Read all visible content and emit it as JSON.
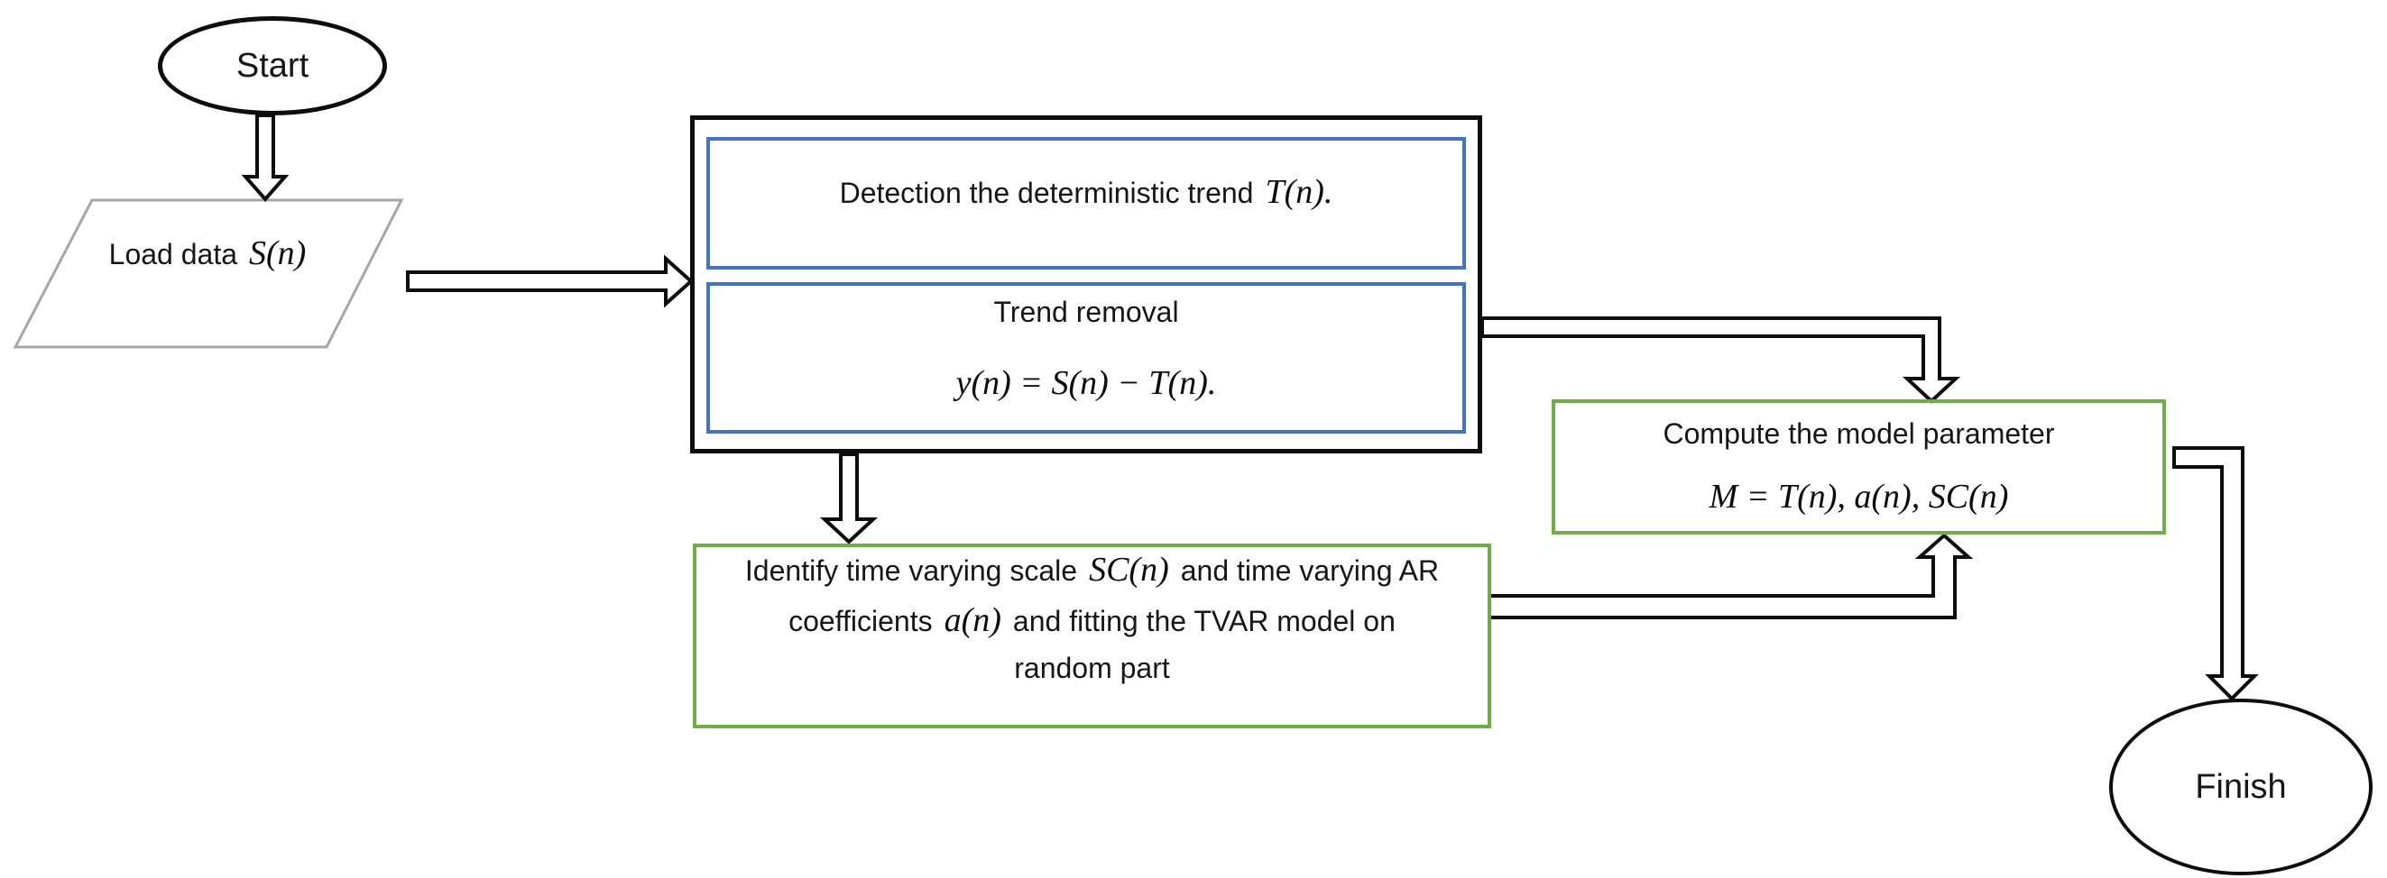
{
  "colors": {
    "blue_border": "#4472C4",
    "green_border": "#70AD47",
    "gray_border": "#A6A6A6",
    "line_black": "#0d0d0d",
    "background": "#ffffff"
  },
  "nodes": {
    "start": {
      "label": "Start"
    },
    "load_data": {
      "text": "Load data",
      "math": "S(n)"
    },
    "detection": {
      "text": "Detection the deterministic trend",
      "math": "T(n)."
    },
    "trend_removal": {
      "title": "Trend removal",
      "formula": "y(n) = S(n) − T(n)."
    },
    "identify": {
      "line1_pre": "Identify time varying scale",
      "line1_math": "SC(n)",
      "line1_post": "and time varying AR",
      "line2_pre": "coefficients",
      "line2_math": "a(n)",
      "line2_post": "and fitting the TVAR model on",
      "line3": "random part"
    },
    "compute": {
      "title": "Compute the model parameter",
      "formula": "M = T(n), a(n), SC(n)"
    },
    "finish": {
      "label": "Finish"
    }
  },
  "edges": [
    {
      "from": "start",
      "to": "load_data"
    },
    {
      "from": "load_data",
      "to": "trend_block"
    },
    {
      "from": "trend_block",
      "to": "identify"
    },
    {
      "from": "trend_block",
      "to": "compute"
    },
    {
      "from": "identify",
      "to": "compute"
    },
    {
      "from": "compute",
      "to": "finish"
    }
  ]
}
